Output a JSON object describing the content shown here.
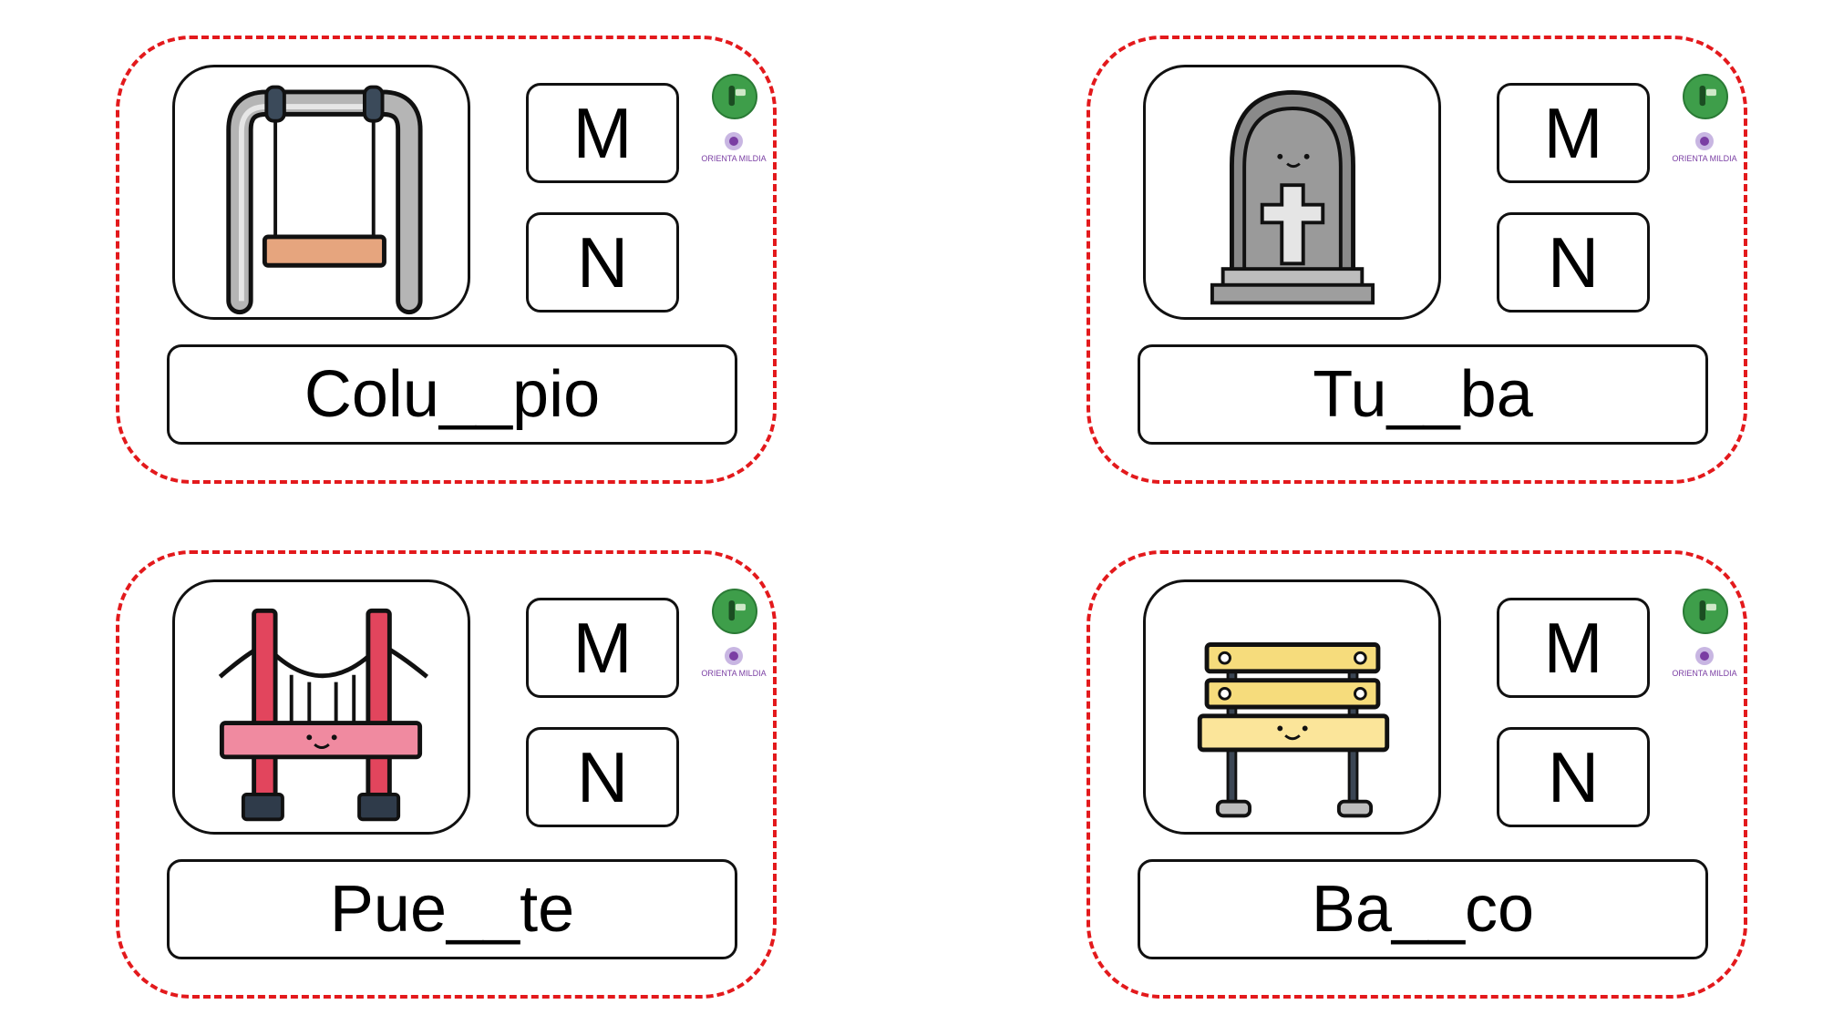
{
  "cards": [
    {
      "image": "swing-icon",
      "letters": [
        "M",
        "N"
      ],
      "word": "Colu__pio"
    },
    {
      "image": "tombstone-icon",
      "letters": [
        "M",
        "N"
      ],
      "word": "Tu__ba"
    },
    {
      "image": "bridge-icon",
      "letters": [
        "M",
        "N"
      ],
      "word": "Pue__te"
    },
    {
      "image": "bench-icon",
      "letters": [
        "M",
        "N"
      ],
      "word": "Ba__co"
    }
  ],
  "logo": {
    "wordmark": "ORIENTA MILDIA"
  },
  "colors": {
    "dashed_border": "#e3191c",
    "logo_green": "#3e9e4a",
    "logo_purple": "#7a3ea3"
  }
}
